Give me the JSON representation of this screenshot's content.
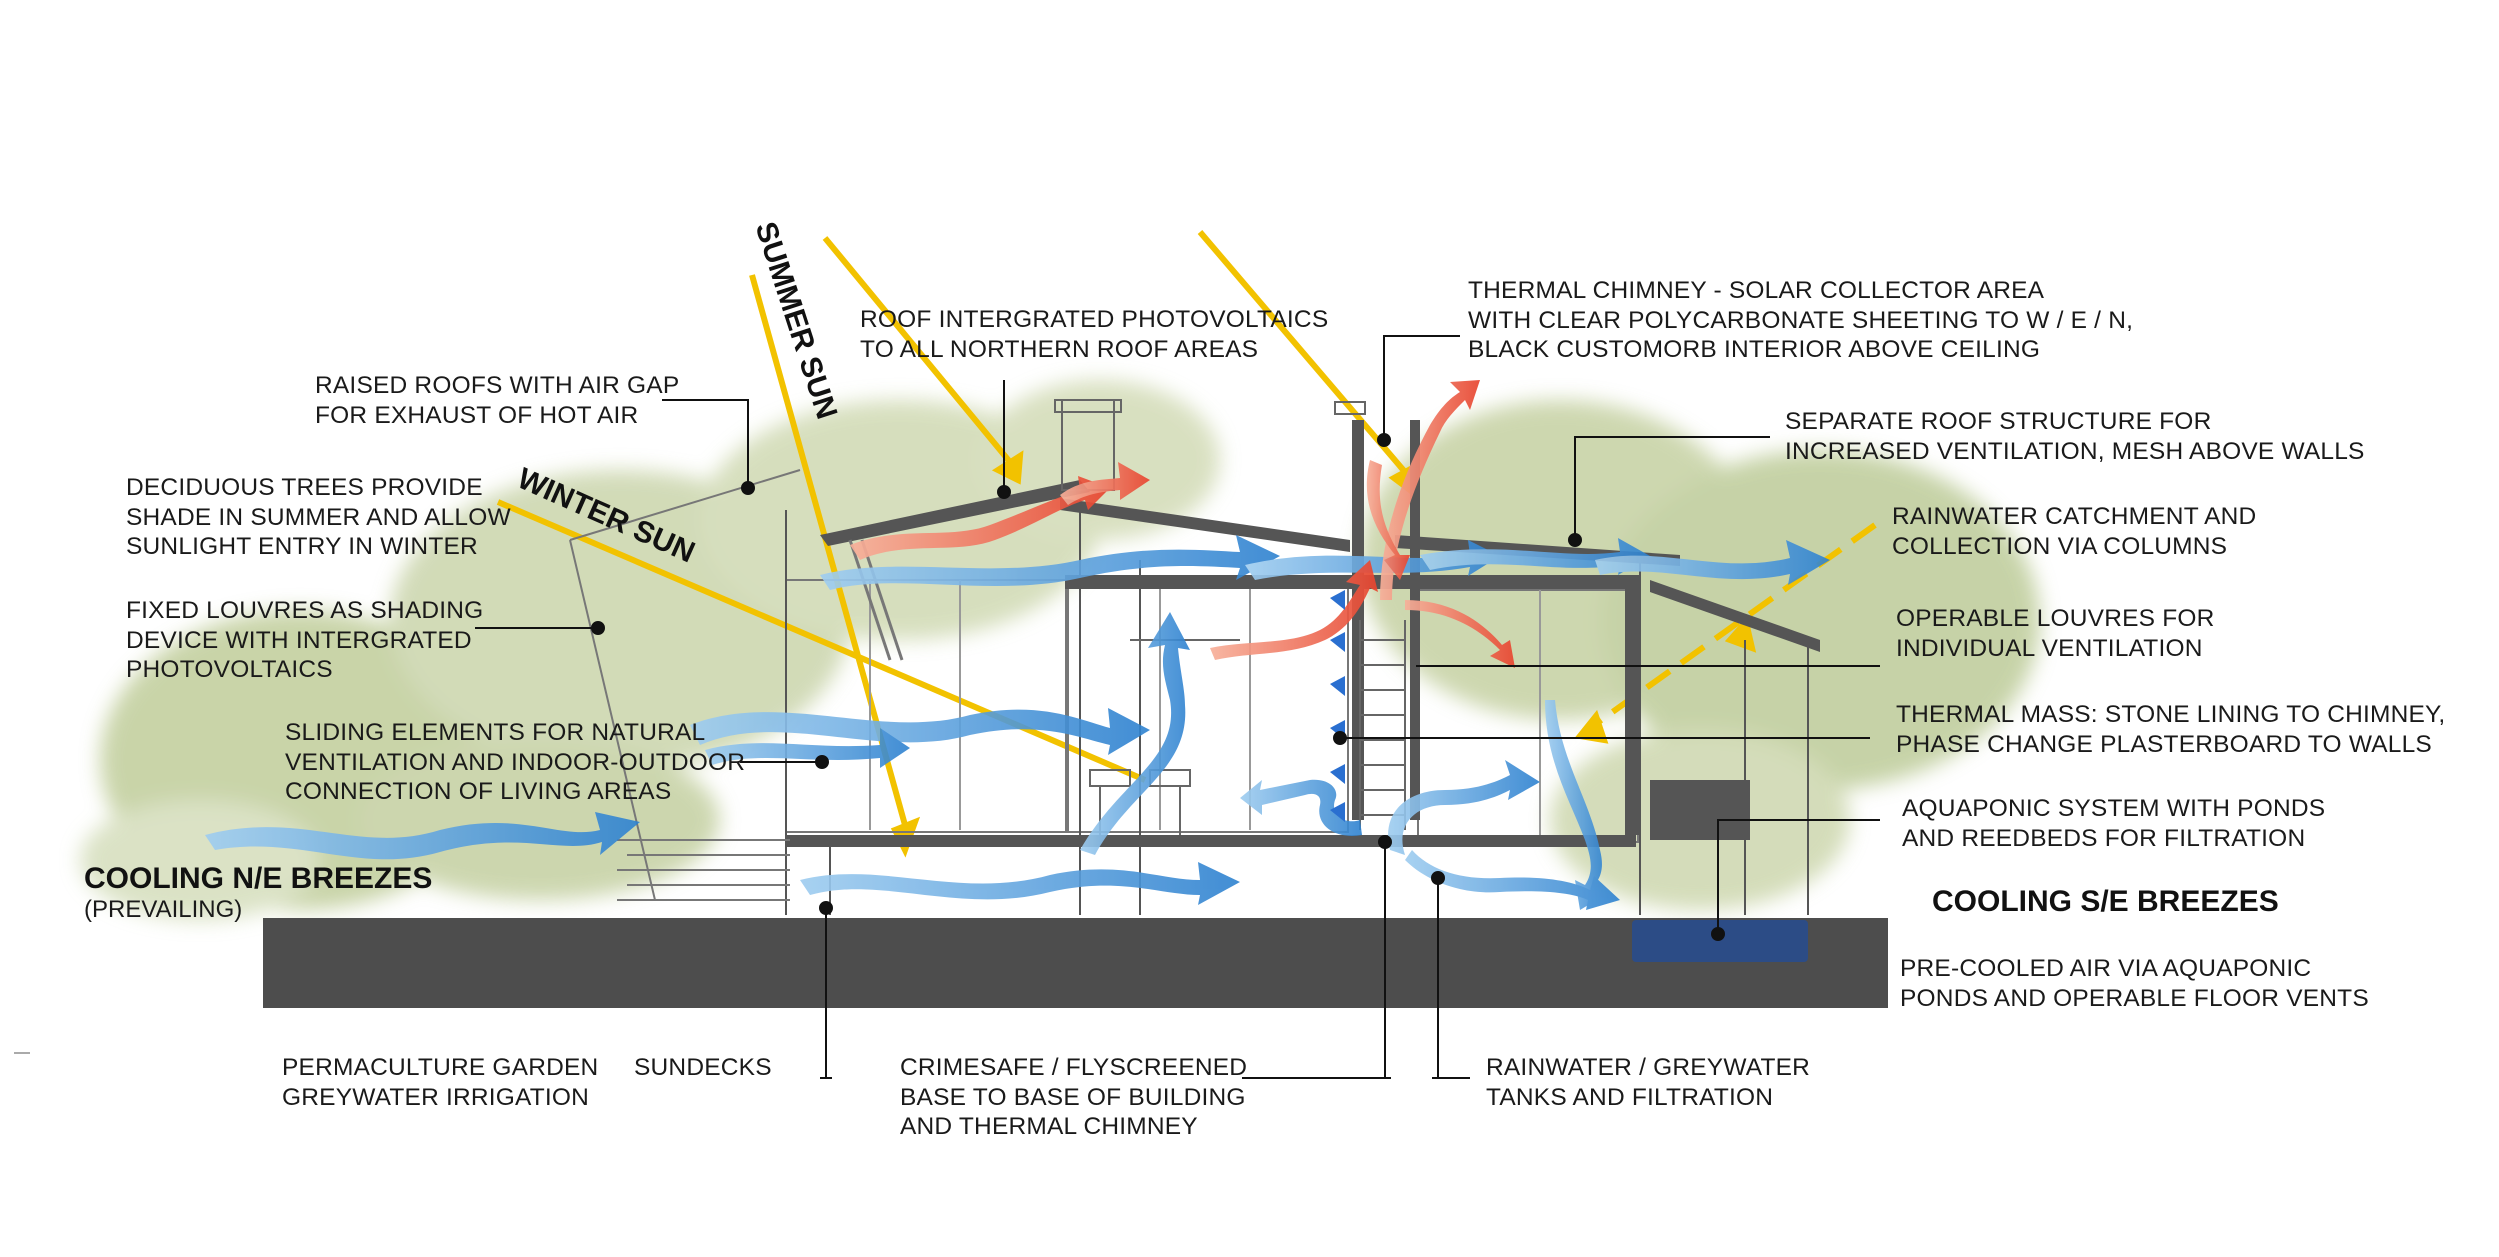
{
  "labels": {
    "raised_roofs": "RAISED ROOFS WITH AIR GAP\nFOR EXHAUST OF HOT AIR",
    "deciduous": "DECIDUOUS TREES PROVIDE\nSHADE IN SUMMER AND ALLOW\nSUNLIGHT ENTRY IN WINTER",
    "louvres_fixed": "FIXED LOUVRES AS SHADING\nDEVICE WITH INTERGRATED\nPHOTOVOLTAICS",
    "sliding": "SLIDING ELEMENTS FOR NATURAL\nVENTILATION AND INDOOR-OUTDOOR\nCONNECTION OF LIVING AREAS",
    "roof_pv": "ROOF INTERGRATED PHOTOVOLTAICS\nTO ALL NORTHERN ROOF AREAS",
    "thermal_chimney": "THERMAL CHIMNEY - SOLAR COLLECTOR AREA\nWITH CLEAR POLYCARBONATE SHEETING TO W / E / N,\nBLACK CUSTOMORB INTERIOR ABOVE CEILING",
    "separate_roof": "SEPARATE ROOF STRUCTURE FOR\nINCREASED VENTILATION, MESH ABOVE WALLS",
    "rainwater_catch": "RAINWATER CATCHMENT AND\nCOLLECTION VIA COLUMNS",
    "operable_louvres": "OPERABLE LOUVRES FOR\nINDIVIDUAL VENTILATION",
    "thermal_mass": "THERMAL MASS: STONE LINING TO CHIMNEY,\nPHASE CHANGE PLASTERBOARD TO WALLS",
    "aquaponic": "AQUAPONIC SYSTEM WITH PONDS\nAND REEDBEDS FOR FILTRATION",
    "precooled": "PRE-COOLED AIR VIA AQUAPONIC\nPONDS AND OPERABLE FLOOR VENTS",
    "permaculture": "PERMACULTURE GARDEN\nGREYWATER IRRIGATION",
    "sundecks": "SUNDECKS",
    "crimesafe": "CRIMESAFE / FLYSCREENED\nBASE TO BASE OF BUILDING\nAND THERMAL CHIMNEY",
    "rainwater_tanks": "RAINWATER / GREYWATER\nTANKS AND FILTRATION"
  },
  "headings": {
    "cooling_ne": "COOLING N/E BREEZES",
    "cooling_ne_sub": "(PREVAILING)",
    "cooling_se": "COOLING S/E BREEZES",
    "summer_sun": "SUMMER SUN",
    "winter_sun": "WINTER SUN"
  },
  "colors": {
    "sun_ray": "#f2c200",
    "cool_air": "#3a8fd6",
    "warm_air": "#e8503a",
    "vegetation": "#b9c790",
    "ground": "#4d4d4d",
    "pond": "#2c4c86"
  }
}
